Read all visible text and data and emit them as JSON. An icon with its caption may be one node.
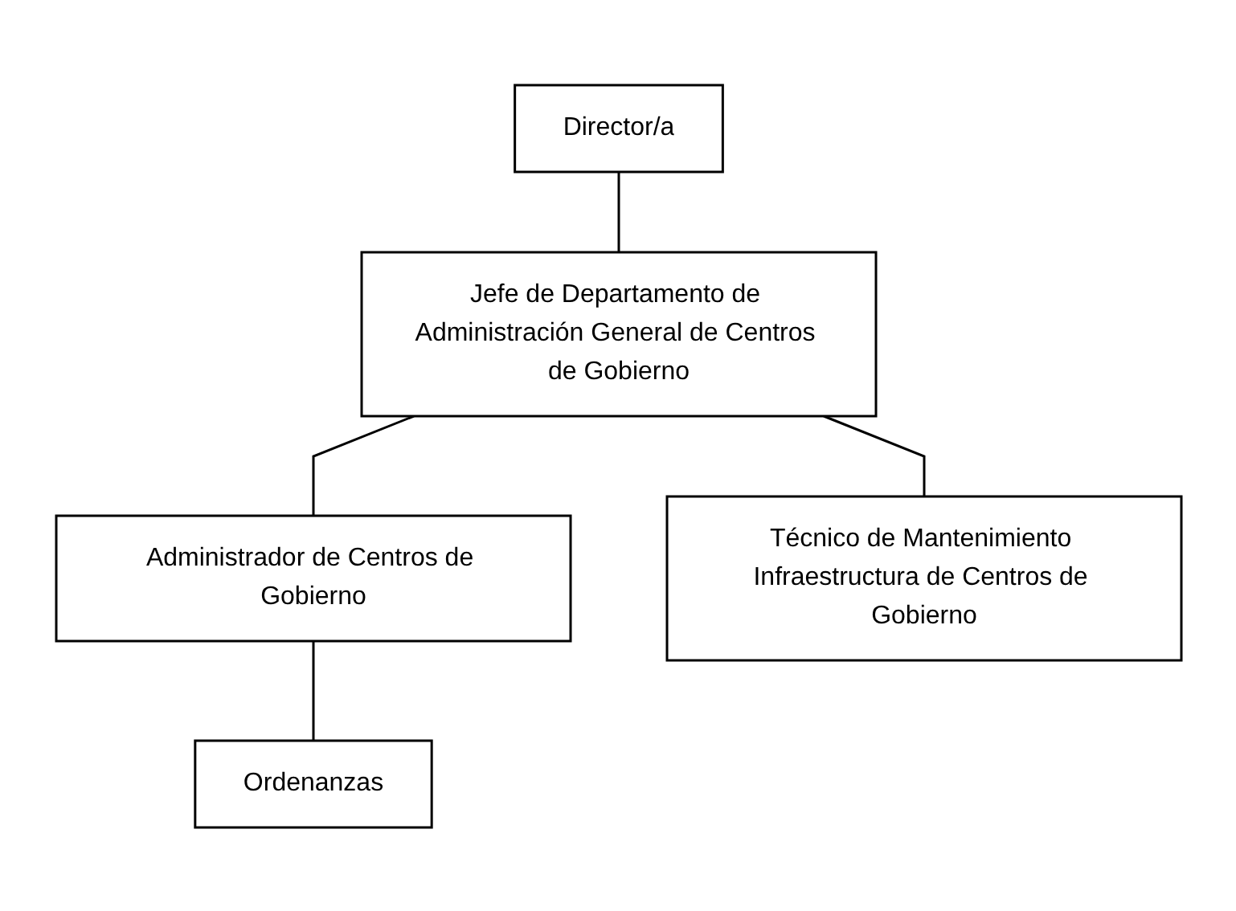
{
  "diagram": {
    "nodes": [
      {
        "text": [
          "Director/a"
        ]
      },
      {
        "text": [
          "Jefe de Departamento de Administración General de Centros de Gobierno"
        ]
      },
      {
        "text": [
          "Administrador de Centros de Gobierno"
        ]
      },
      {
        "text": [
          "Técnico de Mantenimiento Infraestructura de Centros de Gobierno"
        ]
      },
      {
        "text": [
          "Ordenanzas"
        ]
      }
    ],
    "edges": [
      {
        "from": 0,
        "to": 1,
        "arrow": "none"
      },
      {
        "from": 1,
        "to": 2,
        "arrow": "none"
      },
      {
        "from": 1,
        "to": 3,
        "arrow": "none"
      },
      {
        "from": 2,
        "to": 4,
        "arrow": "none"
      }
    ]
  }
}
